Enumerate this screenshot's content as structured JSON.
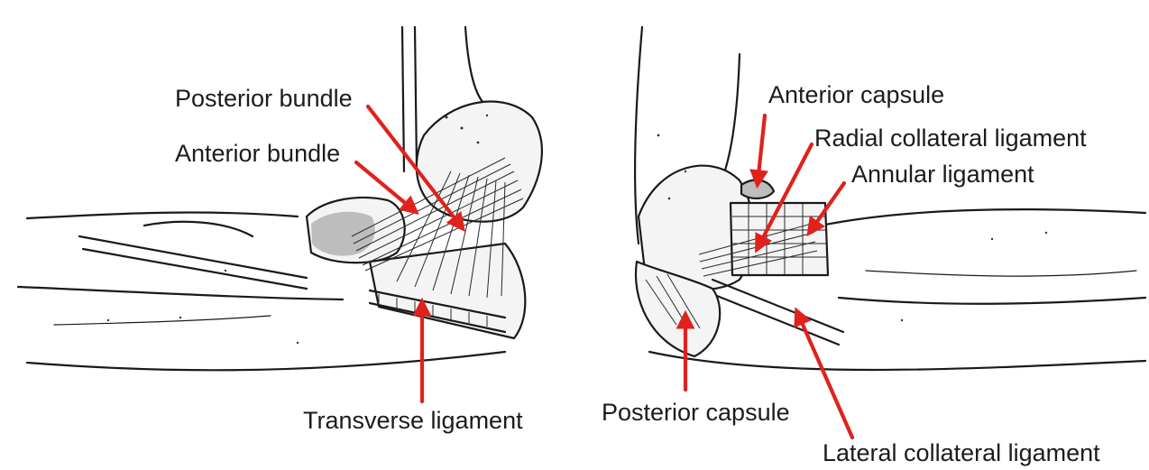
{
  "diagram": {
    "accent_color": "#e0221c",
    "left_view": {
      "labels": {
        "posterior_bundle": "Posterior bundle",
        "anterior_bundle": "Anterior bundle",
        "transverse_ligament": "Transverse ligament"
      }
    },
    "right_view": {
      "labels": {
        "anterior_capsule": "Anterior capsule",
        "radial_collateral_ligament": "Radial collateral ligament",
        "annular_ligament": "Annular ligament",
        "posterior_capsule": "Posterior capsule",
        "lateral_collateral_ligament": "Lateral collateral ligament"
      }
    }
  }
}
